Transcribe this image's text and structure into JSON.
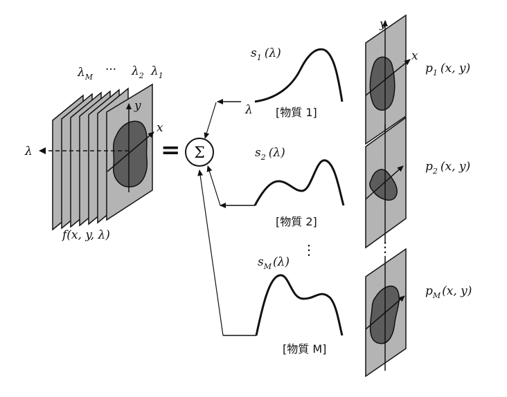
{
  "stack": {
    "lambda_top": "λ",
    "lambda_top_sub": "M",
    "dots": "···",
    "lambda_2": "λ",
    "lambda_2_sub": "2",
    "lambda_1": "λ",
    "lambda_1_sub": "1",
    "axis_lambda": "λ",
    "axis_x": "x",
    "axis_y": "y",
    "caption": "f(x, y, λ)"
  },
  "equals": "=",
  "sum_symbol": "Σ",
  "spectra": [
    {
      "s_base": "s",
      "s_sub": "1",
      "s_arg": "(λ)",
      "axis_lambda": "λ",
      "material": "[物質 1]"
    },
    {
      "s_base": "s",
      "s_sub": "2",
      "s_arg": "(λ)",
      "material": "[物質 2]"
    },
    {
      "s_base": "s",
      "s_sub": "M",
      "s_arg": "(λ)",
      "material": "[物質 M]"
    }
  ],
  "vdots": "⋮",
  "maps": [
    {
      "p_base": "p",
      "p_sub": "1",
      "p_arg": "(x, y)",
      "axis_x": "x",
      "axis_y": "y"
    },
    {
      "p_base": "p",
      "p_sub": "2",
      "p_arg": "(x, y)"
    },
    {
      "p_base": "p",
      "p_sub": "M",
      "p_arg": "(x, y)"
    }
  ],
  "colors": {
    "panel": "#b4b4b4",
    "blob": "#5c5c5c",
    "ink": "#111111"
  }
}
